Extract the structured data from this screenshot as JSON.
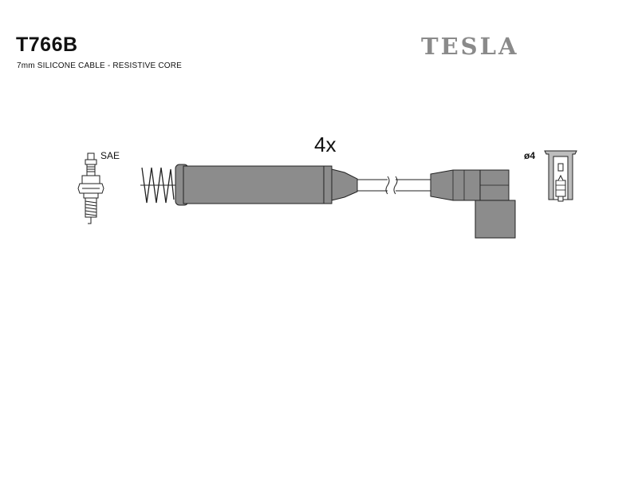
{
  "header": {
    "part_number": "T766B",
    "cable_spec": "7mm SILICONE CABLE - RESISTIVE CORE",
    "brand": "TESLA"
  },
  "diagram": {
    "plug_type_label": "SAE",
    "quantity_label": "4x",
    "terminal_diameter_label": "ø4",
    "colors": {
      "line": "#222222",
      "boot_fill": "#8c8c8c",
      "terminal_fill": "#bdbdbd",
      "logo": "#8a8a8a"
    }
  }
}
